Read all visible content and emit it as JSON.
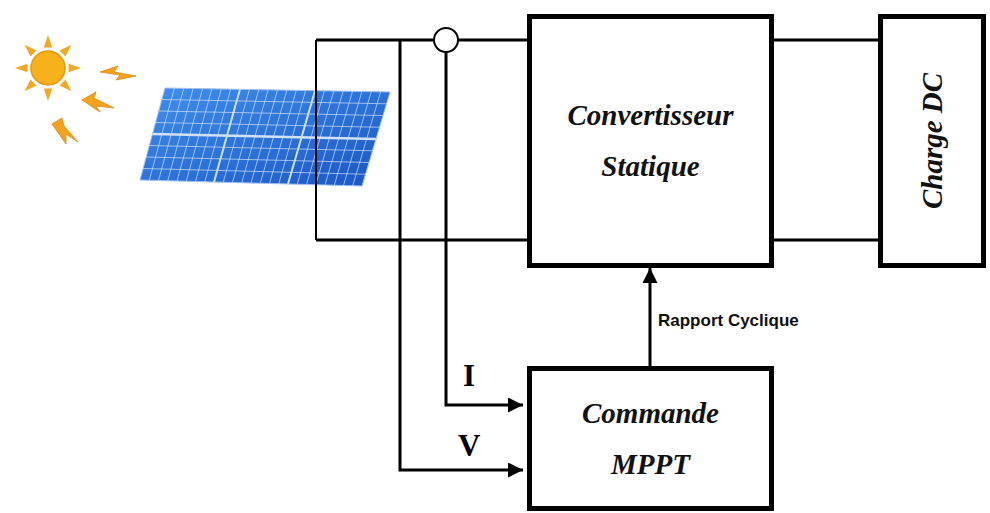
{
  "diagram": {
    "nodes": [
      {
        "text": [
          "Convertisseur Statique"
        ]
      },
      {
        "text": [
          "Charge DC"
        ]
      },
      {
        "text": [
          "Commande MPPT"
        ]
      }
    ],
    "edges": [
      {
        "from": 0,
        "to": 1,
        "arrow": "none"
      },
      {
        "from": 0,
        "to": 1,
        "arrow": "none"
      },
      {
        "from": 2,
        "to": 0,
        "arrow": "to",
        "label": "Rapport Cyclique"
      }
    ],
    "labels": [
      "I",
      "V"
    ]
  }
}
